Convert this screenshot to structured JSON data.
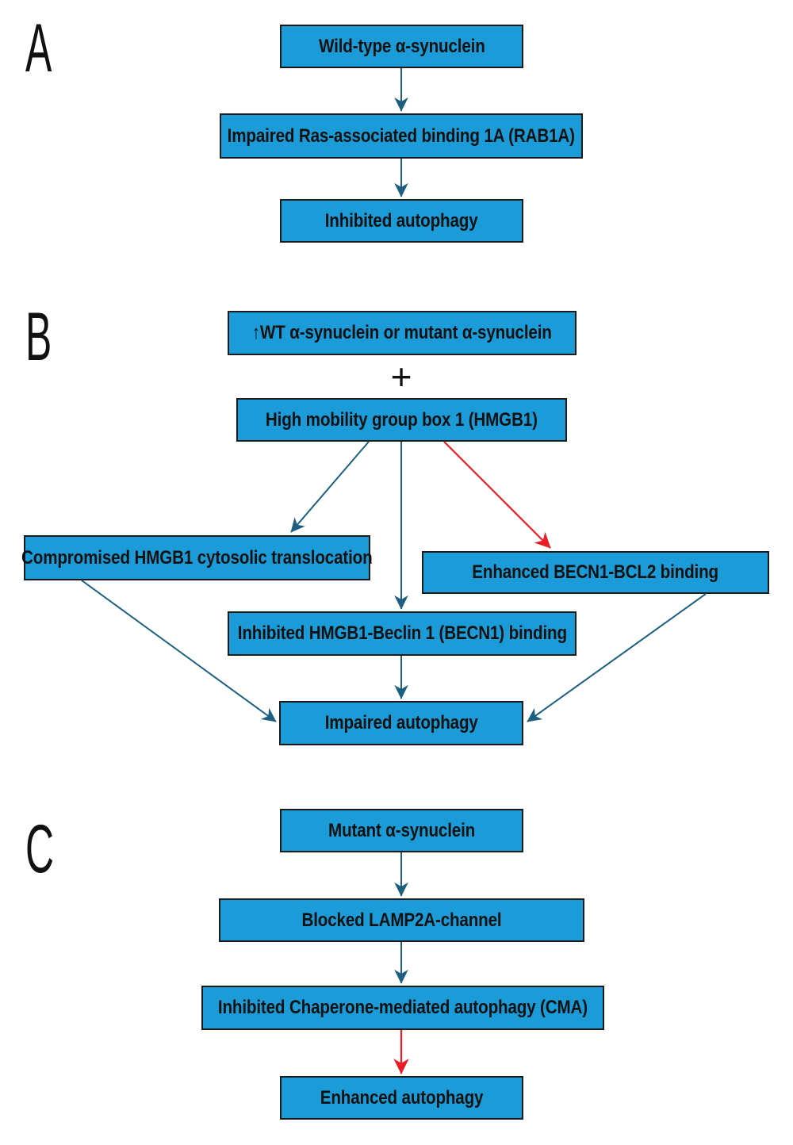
{
  "figure": {
    "background": "#ffffff",
    "type": "flowchart",
    "description": "Three-panel pathway diagram of alpha-synuclein effects on autophagy"
  },
  "colors": {
    "box_fill": "#1b9cd8",
    "box_border": "#1a1a1a",
    "arrow_blue": "#1c5f80",
    "arrow_red": "#ec1c24",
    "text": "#111111"
  },
  "panels": [
    {
      "label": "A",
      "nodes": [
        {
          "id": "a1",
          "text": "Wild-type α-synuclein"
        },
        {
          "id": "a2",
          "text": "Impaired Ras-associated binding 1A (RAB1A)"
        },
        {
          "id": "a3",
          "text": "Inhibited autophagy"
        }
      ],
      "connectors": [
        {
          "from": "a1",
          "to": "a2",
          "color": "blue"
        },
        {
          "from": "a2",
          "to": "a3",
          "color": "blue"
        }
      ]
    },
    {
      "label": "B",
      "operator": "+",
      "nodes": [
        {
          "id": "b1",
          "text": "↑WT α-synuclein or mutant α-synuclein"
        },
        {
          "id": "b2",
          "text": "High mobility group box 1 (HMGB1)"
        },
        {
          "id": "b3",
          "text": "Compromised HMGB1 cytosolic translocation"
        },
        {
          "id": "b4",
          "text": "Enhanced BECN1-BCL2 binding"
        },
        {
          "id": "b5",
          "text": "Inhibited HMGB1-Beclin 1 (BECN1) binding"
        },
        {
          "id": "b6",
          "text": "Impaired autophagy"
        }
      ],
      "connectors": [
        {
          "from": "b2",
          "to": "b3",
          "color": "blue"
        },
        {
          "from": "b2",
          "to": "b5",
          "color": "blue"
        },
        {
          "from": "b2",
          "to": "b4",
          "color": "red"
        },
        {
          "from": "b3",
          "to": "b6",
          "color": "blue"
        },
        {
          "from": "b5",
          "to": "b6",
          "color": "blue"
        },
        {
          "from": "b4",
          "to": "b6",
          "color": "blue"
        }
      ]
    },
    {
      "label": "C",
      "nodes": [
        {
          "id": "c1",
          "text": "Mutant α-synuclein"
        },
        {
          "id": "c2",
          "text": "Blocked LAMP2A-channel"
        },
        {
          "id": "c3",
          "text": "Inhibited Chaperone-mediated autophagy (CMA)"
        },
        {
          "id": "c4",
          "text": "Enhanced autophagy"
        }
      ],
      "connectors": [
        {
          "from": "c1",
          "to": "c2",
          "color": "blue"
        },
        {
          "from": "c2",
          "to": "c3",
          "color": "blue"
        },
        {
          "from": "c3",
          "to": "c4",
          "color": "red"
        }
      ]
    }
  ]
}
